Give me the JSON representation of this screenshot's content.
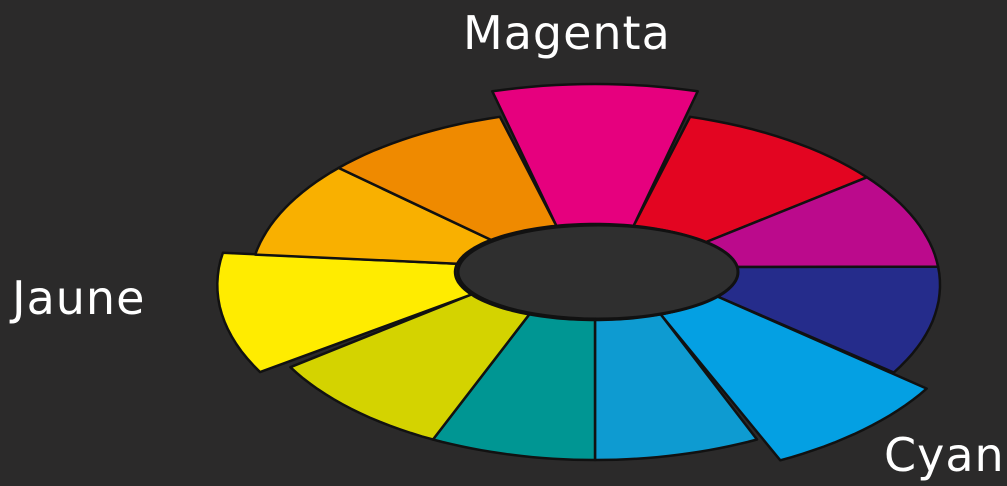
{
  "labels": {
    "magenta": "Magenta",
    "jaune": "Jaune",
    "cyan": "Cyan"
  },
  "wheel": {
    "segments": [
      {
        "name": "magenta",
        "color": "#e6007e",
        "emphasized": true
      },
      {
        "name": "red",
        "color": "#e30521"
      },
      {
        "name": "purple",
        "color": "#bb0a8c"
      },
      {
        "name": "dark-blue",
        "color": "#252c8b"
      },
      {
        "name": "cyan",
        "color": "#04a0e3",
        "emphasized": true
      },
      {
        "name": "light-blue",
        "color": "#0e9bd1"
      },
      {
        "name": "teal",
        "color": "#009693"
      },
      {
        "name": "yellow-green",
        "color": "#d4d300"
      },
      {
        "name": "yellow",
        "color": "#ffec00",
        "emphasized": true
      },
      {
        "name": "yellow-orange",
        "color": "#f9b000"
      },
      {
        "name": "orange",
        "color": "#ef8a00"
      }
    ],
    "hub_color": "#2f2f2f",
    "outline_color": "#111111"
  }
}
